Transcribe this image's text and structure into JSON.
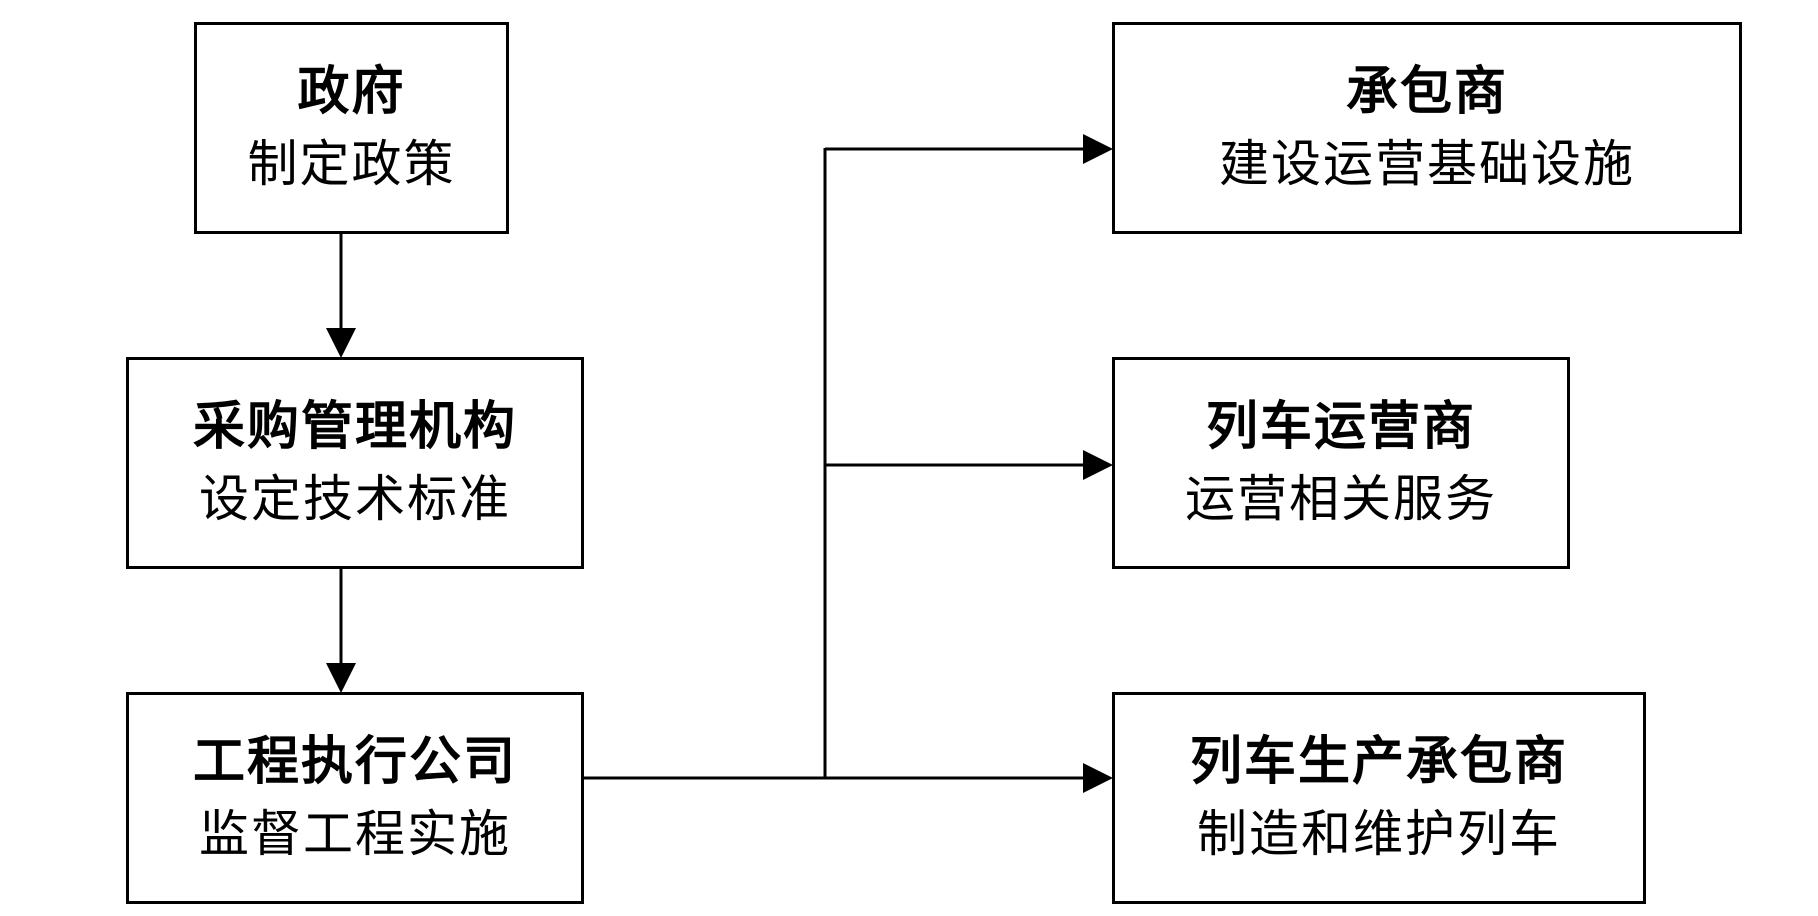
{
  "nodes": {
    "government": {
      "title": "政府",
      "desc": "制定政策"
    },
    "procurement": {
      "title": "采购管理机构",
      "desc": "设定技术标准"
    },
    "engineering": {
      "title": "工程执行公司",
      "desc": "监督工程实施"
    },
    "contractor": {
      "title": "承包商",
      "desc": "建设运营基础设施"
    },
    "operator": {
      "title": "列车运营商",
      "desc": "运营相关服务"
    },
    "manufacturer": {
      "title": "列车生产承包商",
      "desc": "制造和维护列车"
    }
  },
  "colors": {
    "line": "#000000",
    "box_border": "#000000",
    "background": "#ffffff"
  }
}
